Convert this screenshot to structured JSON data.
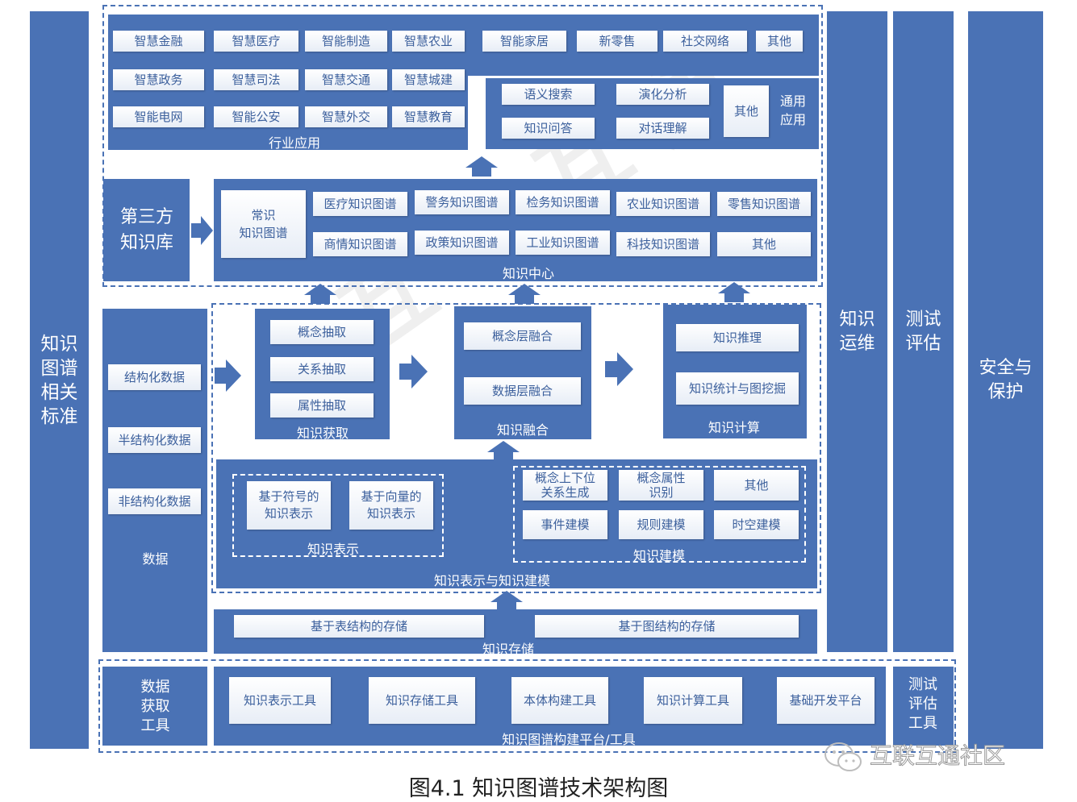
{
  "left_col": "知识\n图谱\n相关\n标准",
  "right_cols": {
    "ops": "知识\n运维",
    "test": "测试\n评估",
    "security": "安全与\n保护"
  },
  "industry": {
    "label": "行业应用",
    "row1": [
      "智慧金融",
      "智慧医疗",
      "智能制造",
      "智慧农业",
      "智能家居",
      "新零售",
      "社交网络",
      "其他"
    ],
    "row2": [
      "智慧政务",
      "智慧司法",
      "智慧交通",
      "智慧城建"
    ],
    "row3": [
      "智能电网",
      "智能公安",
      "智慧外交",
      "智慧教育"
    ]
  },
  "general": {
    "label": "通用\n应用",
    "items": [
      "语义搜索",
      "演化分析",
      "知识问答",
      "对话理解"
    ],
    "other": "其他"
  },
  "third_party": "第三方\n知识库",
  "kcenter": {
    "label": "知识中心",
    "common": "常识\n知识图谱",
    "row1": [
      "医疗知识图谱",
      "警务知识图谱",
      "检务知识图谱",
      "农业知识图谱",
      "零售知识图谱"
    ],
    "row2": [
      "商情知识图谱",
      "政策知识图谱",
      "工业知识图谱",
      "科技知识图谱",
      "其他"
    ]
  },
  "data": {
    "label": "数据",
    "items": [
      "结构化数据",
      "半结构化数据",
      "非结构化数据"
    ]
  },
  "acquire": {
    "label": "知识获取",
    "items": [
      "概念抽取",
      "关系抽取",
      "属性抽取"
    ]
  },
  "fusion": {
    "label": "知识融合",
    "items": [
      "概念层融合",
      "数据层融合"
    ]
  },
  "compute": {
    "label": "知识计算",
    "items": [
      "知识推理",
      "知识统计与图挖掘"
    ]
  },
  "repr_model": {
    "label": "知识表示与知识建模",
    "repr_label": "知识表示",
    "repr_items": [
      "基于符号的\n知识表示",
      "基于向量的\n知识表示"
    ],
    "model_label": "知识建模",
    "model_items": [
      "概念上下位\n关系生成",
      "概念属性\n识别",
      "其他",
      "事件建模",
      "规则建模",
      "时空建模"
    ]
  },
  "storage": {
    "label": "知识存储",
    "items": [
      "基于表结构的存储",
      "基于图结构的存储"
    ]
  },
  "tools": {
    "label": "知识图谱构建平台/工具",
    "data_acq": "数据\n获取\n工具",
    "items": [
      "知识表示工具",
      "知识存储工具",
      "本体构建工具",
      "知识计算工具",
      "基础开发平台"
    ],
    "test_tool": "测试\n评估\n工具"
  },
  "watermark": "互联互通社区",
  "caption": "图4.1 知识图谱技术架构图"
}
